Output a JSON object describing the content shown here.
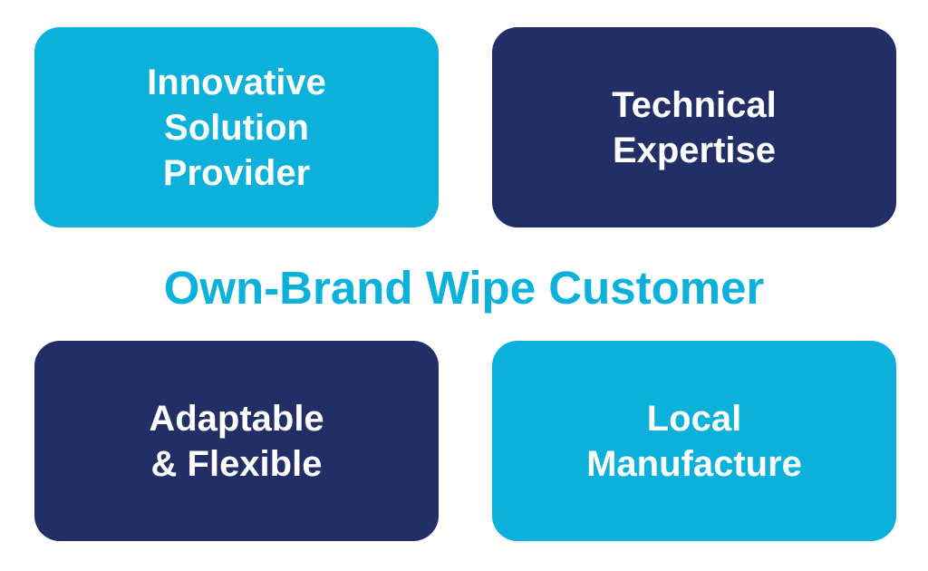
{
  "title": "Own-Brand Wipe Customer",
  "colors": {
    "light_blue": "#0bb1da",
    "navy": "#222e66"
  },
  "boxes": [
    {
      "lines": [
        "Innovative",
        "Solution",
        "Provider"
      ]
    },
    {
      "lines": [
        "Technical",
        "Expertise"
      ]
    },
    {
      "lines": [
        "Adaptable",
        "& Flexible"
      ]
    },
    {
      "lines": [
        "Local",
        "Manufacture"
      ]
    }
  ]
}
